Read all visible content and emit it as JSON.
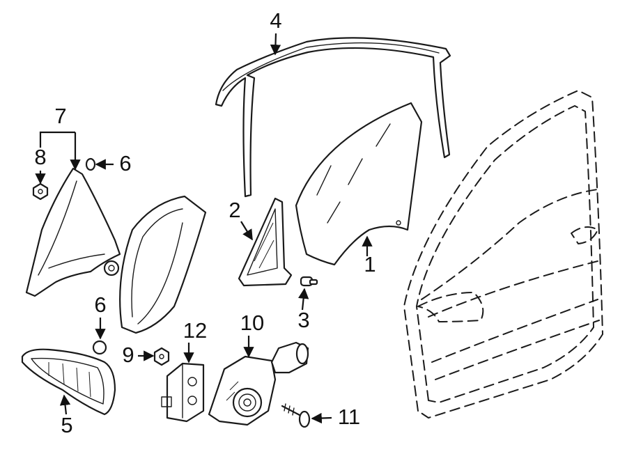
{
  "diagram": {
    "labels": {
      "l1": "1",
      "l2": "2",
      "l3": "3",
      "l4": "4",
      "l5": "5",
      "l6a": "6",
      "l6b": "6",
      "l7": "7",
      "l8": "8",
      "l9": "9",
      "l10": "10",
      "l11": "11",
      "l12": "12"
    },
    "colors": {
      "line": "#1a1a1a",
      "background": "#ffffff"
    }
  }
}
